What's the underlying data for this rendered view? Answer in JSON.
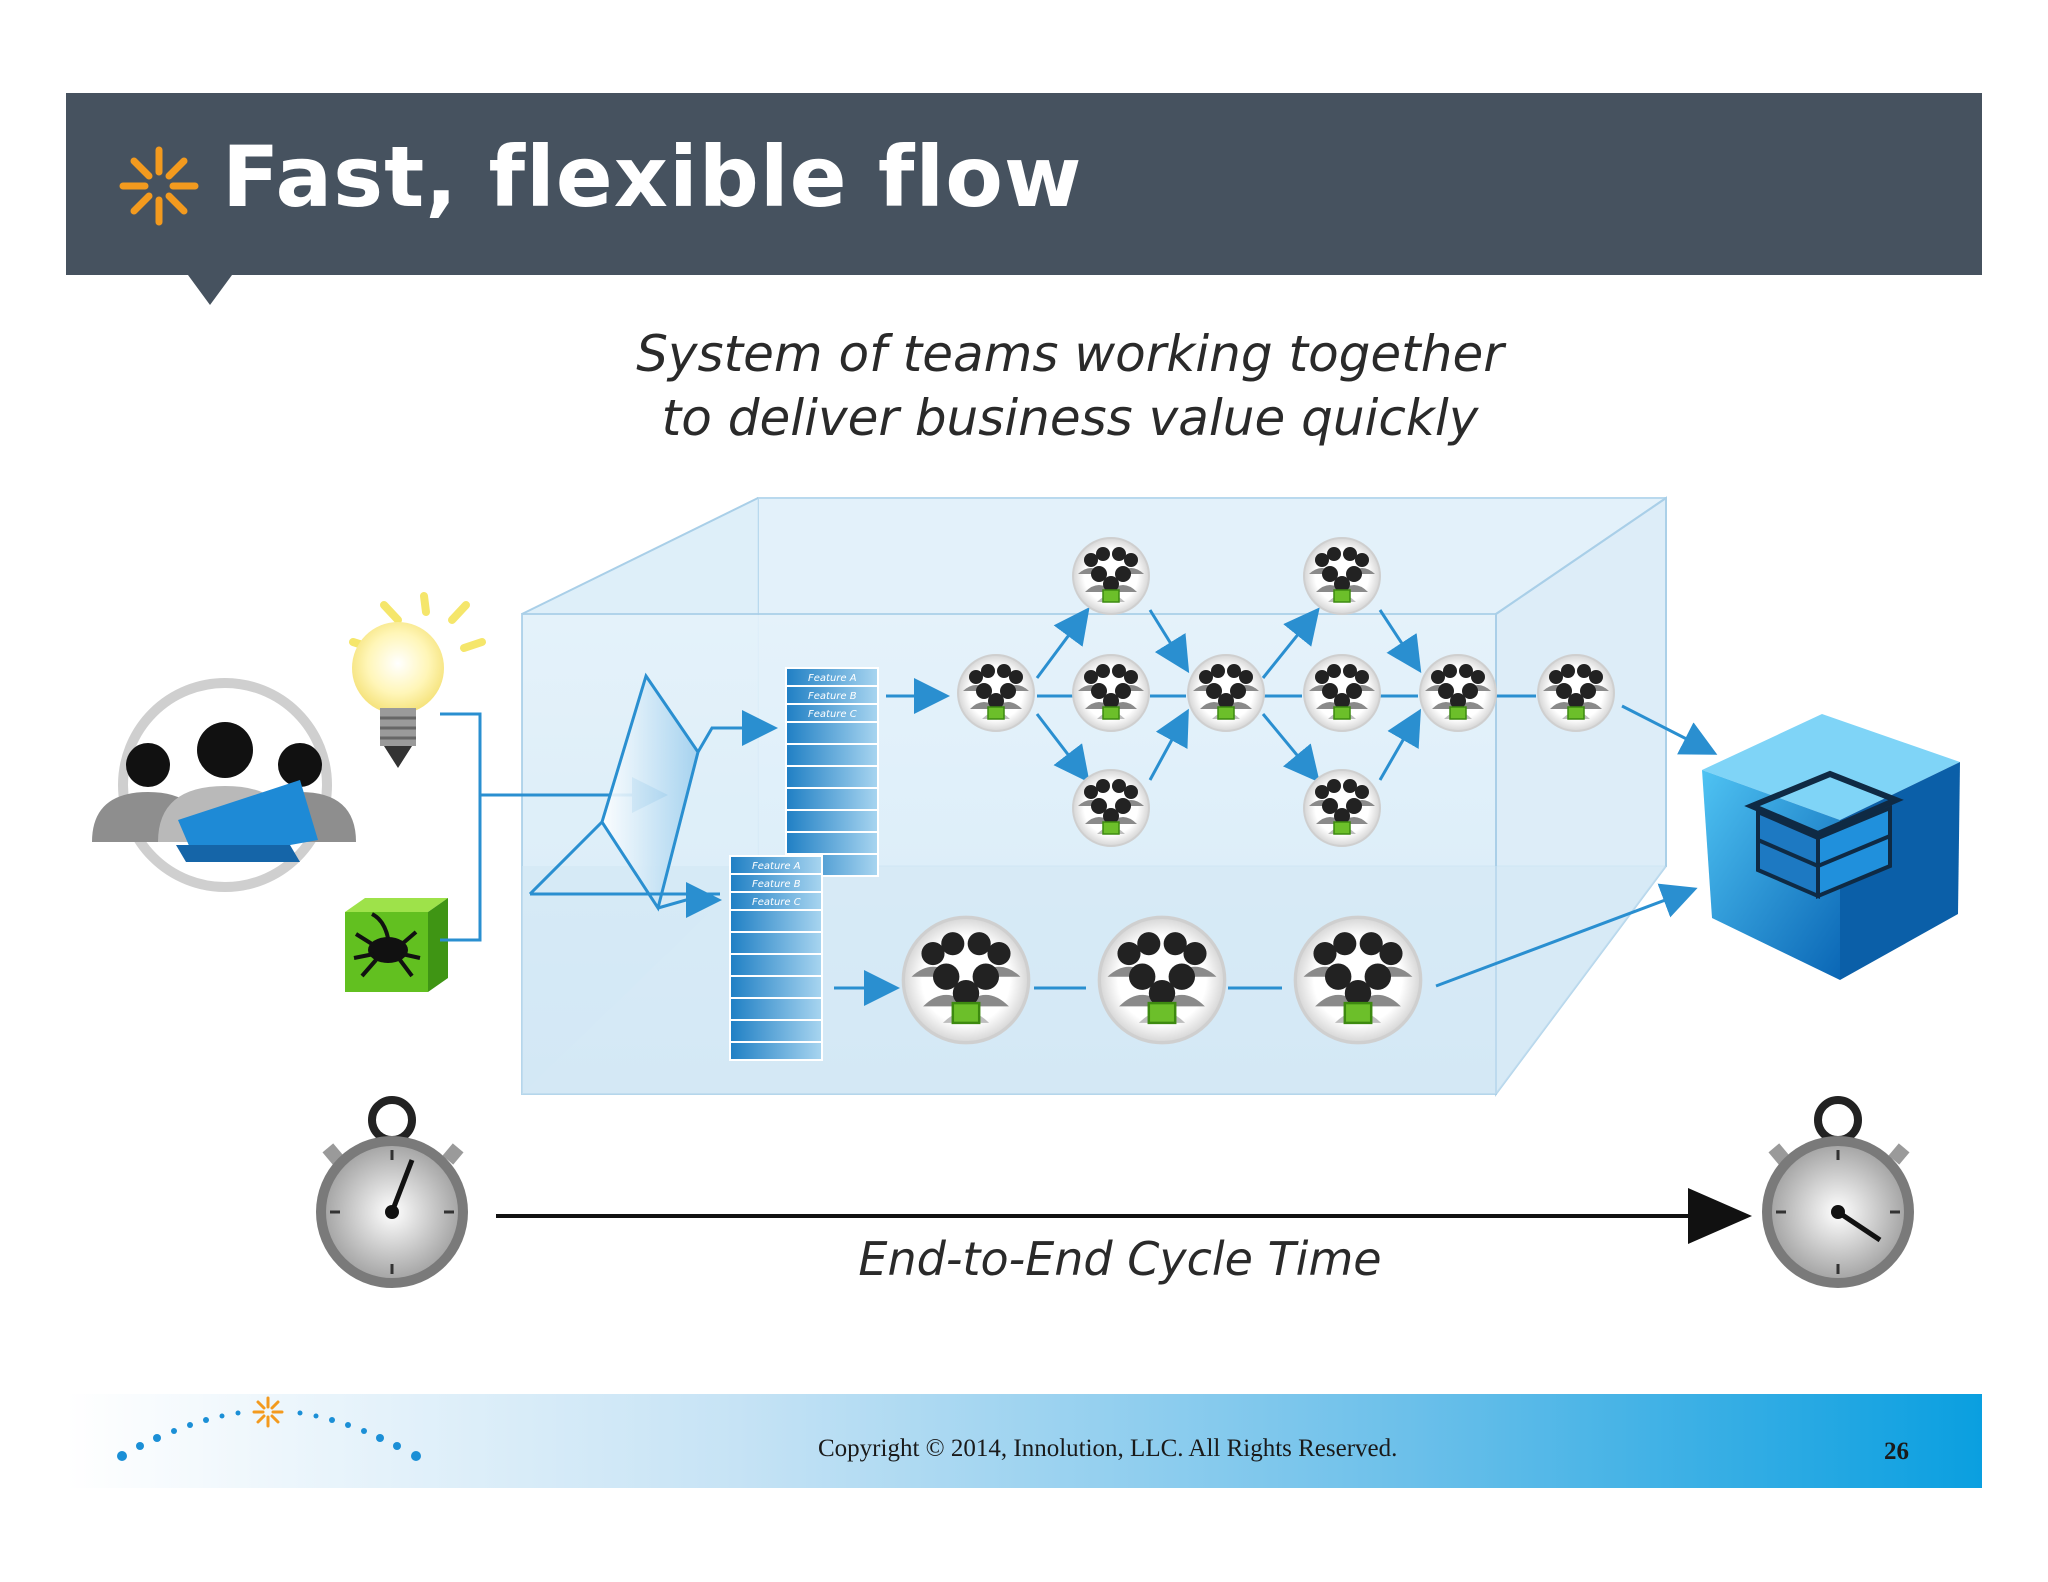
{
  "slide": {
    "title": "Fast, flexible flow",
    "subtitle_line1": "System of teams working together",
    "subtitle_line2": "to deliver business value quickly",
    "cycle_label": "End-to-End Cycle Time",
    "backlog_items": [
      "Feature A",
      "Feature B",
      "Feature C"
    ],
    "copyright": "Copyright © 2014, Innolution, LLC. All Rights Reserved.",
    "page_number": "26"
  },
  "colors": {
    "title_bar": "#46525f",
    "accent_orange": "#f39a1e",
    "flow_blue": "#2a8fd0",
    "team_green": "#6cbf2a",
    "footer_blue": "#0a9fe0"
  },
  "icons": [
    "sunburst-logo-icon",
    "lightbulb-icon",
    "bug-cube-icon",
    "customer-group-icon",
    "team-icon",
    "backlog-stack-icon",
    "product-cube-icon",
    "stopwatch-icon"
  ]
}
